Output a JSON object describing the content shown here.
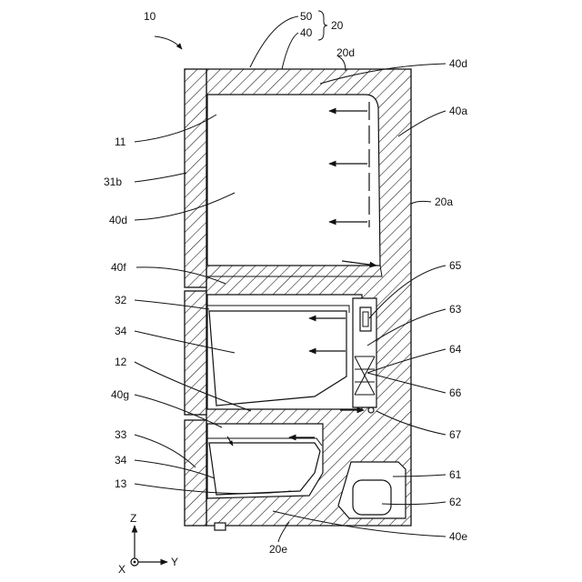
{
  "figure": {
    "reference_number": "10",
    "labels": {
      "l50": "50",
      "l40_top": "40",
      "l20": "20",
      "l20d": "20d",
      "l40d_top": "40d",
      "l40a": "40a",
      "l11": "11",
      "l31b": "31b",
      "l20a": "20a",
      "l40d_mid": "40d",
      "l40f": "40f",
      "l65": "65",
      "l32": "32",
      "l63": "63",
      "l34_upper": "34",
      "l64": "64",
      "l12": "12",
      "l66": "66",
      "l40g": "40g",
      "l67": "67",
      "l33": "33",
      "l34_lower": "34",
      "l61": "61",
      "l13": "13",
      "l62": "62",
      "l20e": "20e",
      "l40e": "40e"
    },
    "axes": {
      "z": "Z",
      "y": "Y",
      "x": "X"
    }
  }
}
